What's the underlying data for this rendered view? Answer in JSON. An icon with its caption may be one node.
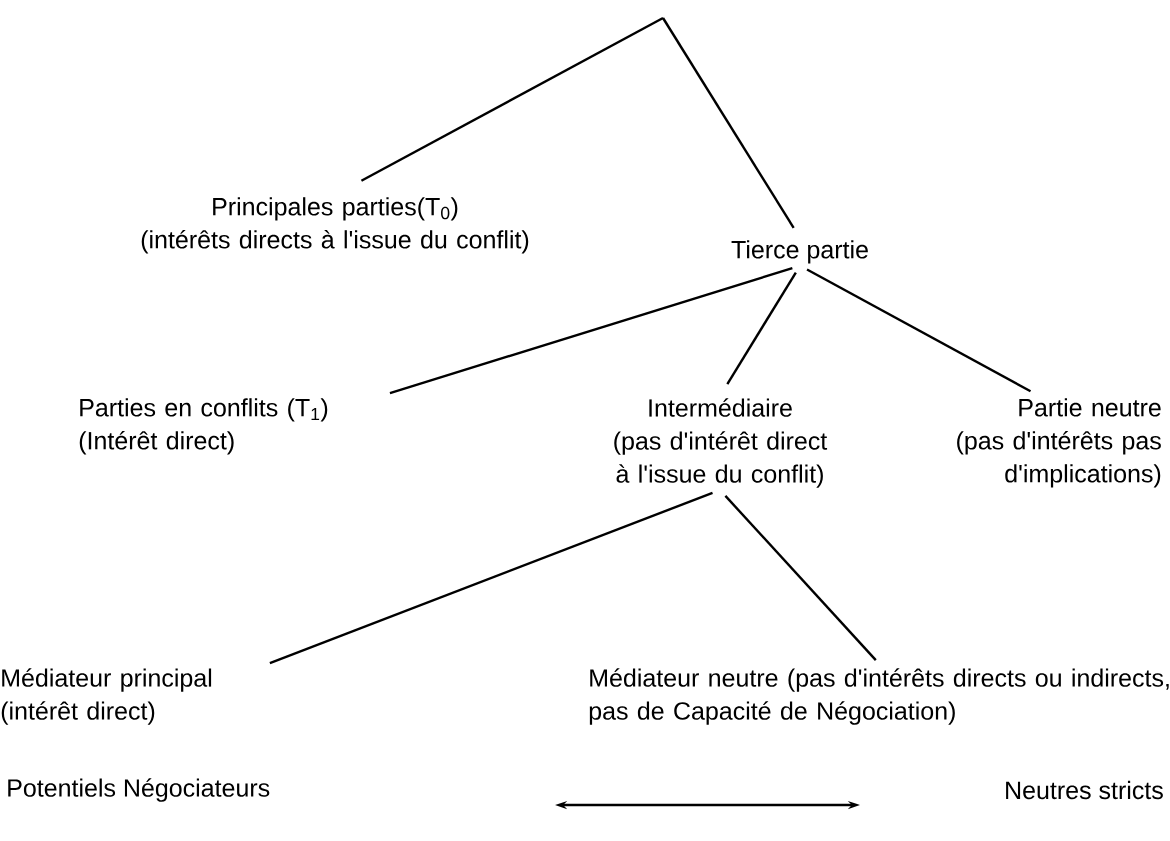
{
  "diagram": {
    "nodes": [
      {
        "text": [
          "Principales parties(T$_{0}$)",
          "(intérêts directs à l'issue du conflit)"
        ]
      },
      {
        "text": [
          "Tierce partie"
        ]
      },
      {
        "text": [
          "Parties en conflits (T$_{1}$)",
          "(Intérêt direct)"
        ]
      },
      {
        "text": [
          "Intermédiaire",
          "(pas d'intérêt direct à l'issue du conflit)"
        ]
      },
      {
        "text": [
          "Partie neutre",
          "(pas d'intérêts pas d'implications)"
        ]
      },
      {
        "text": [
          "Médiateur principal",
          "(intérêt direct)"
        ]
      },
      {
        "text": [
          "Médiateur neutre (pas d'intérêts directs ou indirects, pas de Capacité de Négociation)"
        ]
      }
    ],
    "edges": [
      {
        "from": null,
        "to": 0,
        "arrow": "none"
      },
      {
        "from": null,
        "to": 1,
        "arrow": "none"
      },
      {
        "from": 1,
        "to": 2,
        "arrow": "none"
      },
      {
        "from": 1,
        "to": 3,
        "arrow": "none"
      },
      {
        "from": 1,
        "to": 4,
        "arrow": "none"
      },
      {
        "from": 3,
        "to": 5,
        "arrow": "none"
      },
      {
        "from": 3,
        "to": 6,
        "arrow": "none"
      }
    ],
    "labels": [
      "Potentiels Négociateurs",
      "Neutres stricts"
    ]
  }
}
